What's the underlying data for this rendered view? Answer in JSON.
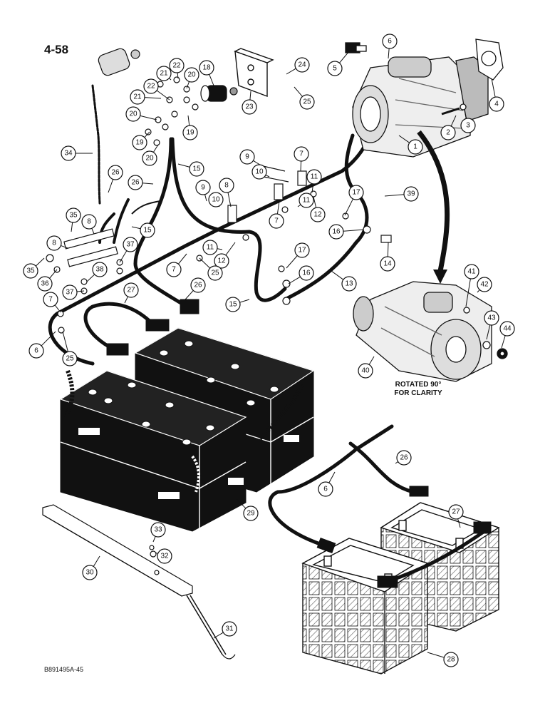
{
  "page_number": "4-58",
  "rotated_note_line1": "ROTATED 90°",
  "rotated_note_line2": "FOR CLARITY",
  "reference_code": "B891495A-45",
  "callouts": [
    "1",
    "2",
    "3",
    "4",
    "5",
    "6",
    "7",
    "8",
    "9",
    "10",
    "11",
    "12",
    "13",
    "14",
    "15",
    "16",
    "17",
    "18",
    "19",
    "20",
    "21",
    "22",
    "23",
    "24",
    "25",
    "26",
    "27",
    "28",
    "29",
    "30",
    "31",
    "32",
    "33",
    "34",
    "35",
    "36",
    "37",
    "38",
    "39",
    "40",
    "41",
    "42",
    "43",
    "44"
  ],
  "colors": {
    "ink": "#111111",
    "paper": "#ffffff",
    "hatch": "#555555"
  }
}
